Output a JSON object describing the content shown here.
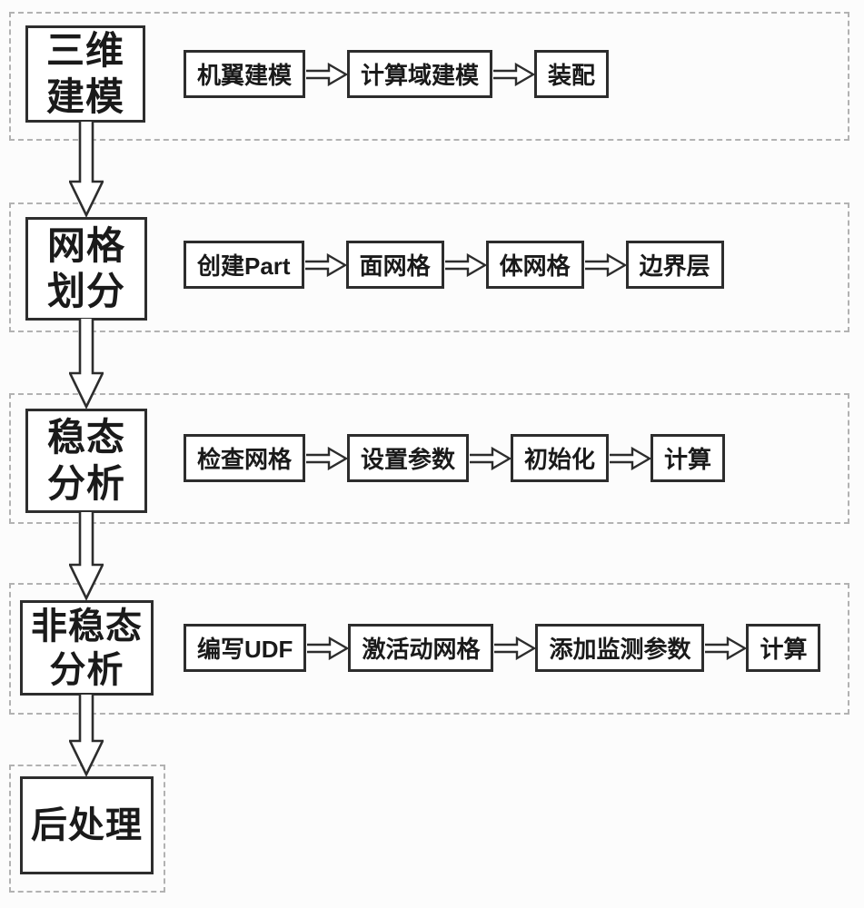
{
  "colors": {
    "background": "#fcfcfc",
    "box_border": "#2d2d2d",
    "dashed_border": "#b2b2b2",
    "text": "#1a1a1a",
    "arrow_fill": "#ffffff"
  },
  "stages": [
    {
      "label": "三维建模",
      "lines": [
        "三维",
        "建模"
      ],
      "steps": [
        "机翼建模",
        "计算域建模",
        "装配"
      ]
    },
    {
      "label": "网格划分",
      "lines": [
        "网格",
        "划分"
      ],
      "steps": [
        "创建Part",
        "面网格",
        "体网格",
        "边界层"
      ]
    },
    {
      "label": "稳态分析",
      "lines": [
        "稳态",
        "分析"
      ],
      "steps": [
        "检查网格",
        "设置参数",
        "初始化",
        "计算"
      ]
    },
    {
      "label": "非稳态分析",
      "lines": [
        "非稳态",
        "分析"
      ],
      "steps": [
        "编写UDF",
        "激活动网格",
        "添加监测参数",
        "计算"
      ]
    },
    {
      "label": "后处理",
      "lines": [
        "后处理"
      ],
      "steps": []
    }
  ]
}
